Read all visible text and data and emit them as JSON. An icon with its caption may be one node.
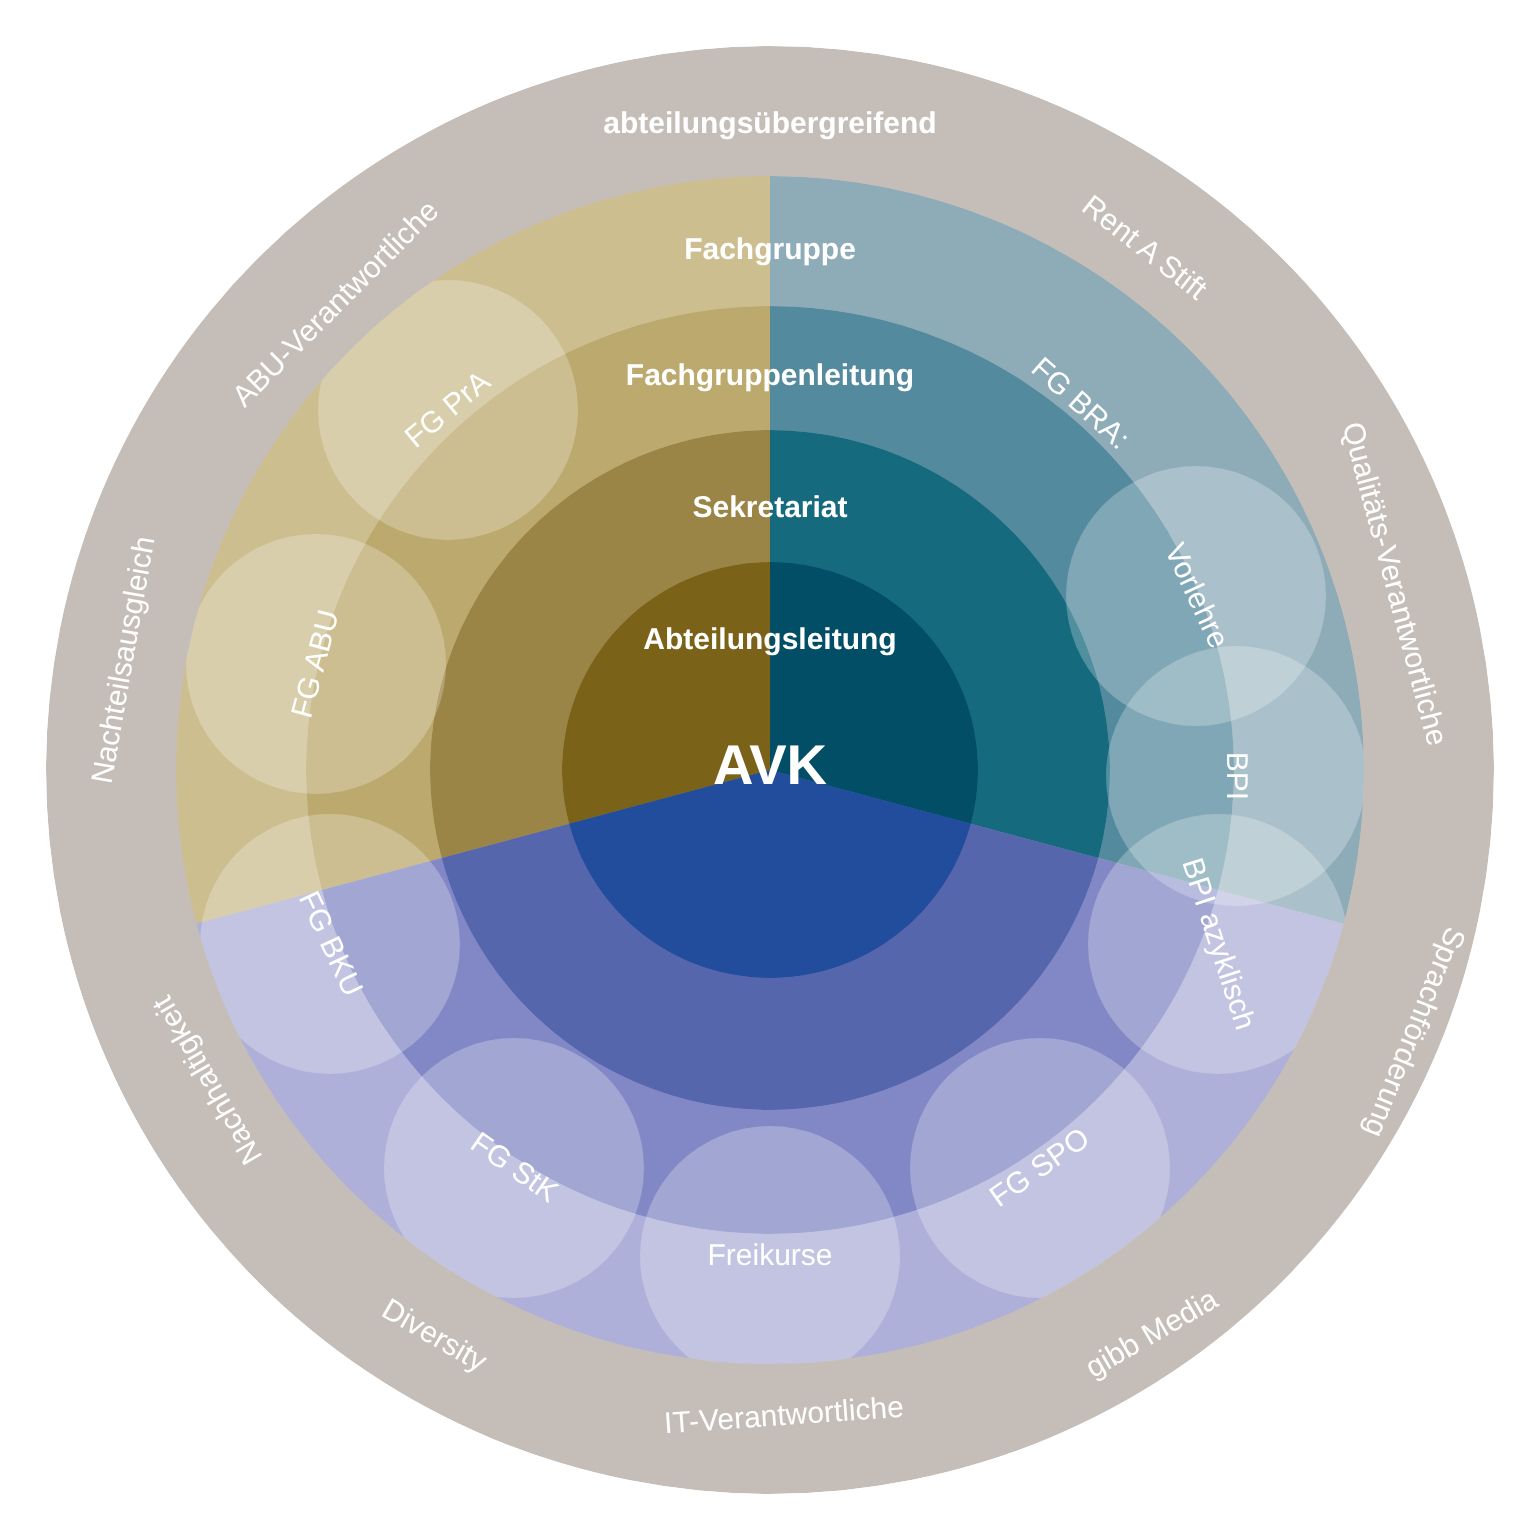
{
  "diagram": {
    "nodes": [
      {
        "text": [
          "abteilungsübergreifend"
        ]
      },
      {
        "text": [
          "Fachgruppe"
        ],
        "in": 0
      },
      {
        "text": [
          "Fachgruppenleitung"
        ],
        "in": 1
      },
      {
        "text": [
          "Sekretariat"
        ],
        "in": 2
      },
      {
        "text": [
          "Abteilungsleitung",
          "AVK"
        ],
        "in": 3
      },
      {
        "text": [
          "FG PrA"
        ],
        "in": 1
      },
      {
        "text": [
          "Vorlehre"
        ],
        "in": 1
      },
      {
        "text": [
          "FG ABU"
        ],
        "in": 1
      },
      {
        "text": [
          "BPI"
        ],
        "in": 1
      },
      {
        "text": [
          "FG BKU"
        ],
        "in": 1
      },
      {
        "text": [
          "BPI azyklisch"
        ],
        "in": 1
      },
      {
        "text": [
          "FG StK"
        ],
        "in": 1
      },
      {
        "text": [
          "FG SPO"
        ],
        "in": 1
      },
      {
        "text": [
          "Freikurse"
        ],
        "in": 1
      }
    ],
    "labels": [
      "ABU-Verantwortliche",
      "Rent A Stift",
      "FG BRA:",
      "Qualitäts-Verantwortliche",
      "Nachteilsausgleich",
      "Nachhaltigkeit",
      "Sprachförderung",
      "Diversity",
      "gibb Media",
      "IT-Verantwortliche"
    ]
  }
}
